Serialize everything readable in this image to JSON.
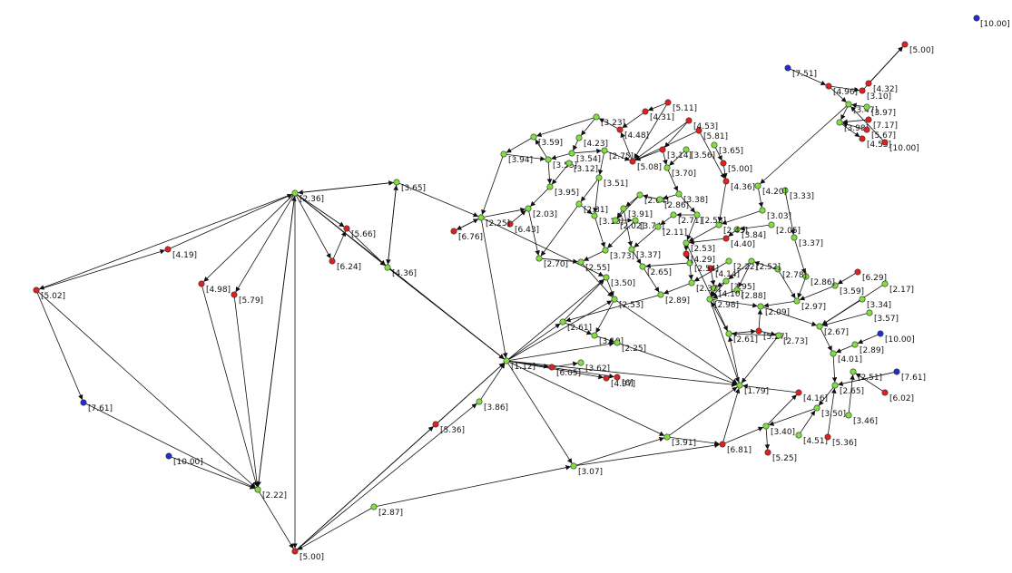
{
  "graph": {
    "colors": {
      "green": "#7ee03a",
      "red": "#e02020",
      "blue": "#1c2fd0",
      "edge": "#111111",
      "background": "#ffffff"
    },
    "nodes": [
      {
        "id": "n1",
        "label": "[5.02]",
        "color": "red"
      },
      {
        "id": "n2",
        "label": "[4.19]",
        "color": "red"
      },
      {
        "id": "n3",
        "label": "[4.98]",
        "color": "red"
      },
      {
        "id": "n4",
        "label": "[5.79]",
        "color": "red"
      },
      {
        "id": "n5",
        "label": "[2.36]",
        "color": "green"
      },
      {
        "id": "n6",
        "label": "[3.65]",
        "color": "green"
      },
      {
        "id": "n7",
        "label": "[5.66]",
        "color": "red"
      },
      {
        "id": "n8",
        "label": "[6.24]",
        "color": "red"
      },
      {
        "id": "n9",
        "label": "[4.36]",
        "color": "green"
      },
      {
        "id": "n10",
        "label": "[7.61]",
        "color": "blue"
      },
      {
        "id": "n11",
        "label": "[10.00]",
        "color": "blue"
      },
      {
        "id": "n12",
        "label": "[2.22]",
        "color": "green"
      },
      {
        "id": "n13",
        "label": "[5.00]",
        "color": "red"
      },
      {
        "id": "n14",
        "label": "[2.87]",
        "color": "green"
      },
      {
        "id": "n15",
        "label": "[5.36]",
        "color": "red"
      },
      {
        "id": "n16",
        "label": "[3.86]",
        "color": "green"
      },
      {
        "id": "n17",
        "label": "[1.12]",
        "color": "green"
      },
      {
        "id": "n18",
        "label": "[6.05]",
        "color": "red"
      },
      {
        "id": "n19",
        "label": "[3.62]",
        "color": "green"
      },
      {
        "id": "n20",
        "label": "[4.97]",
        "color": "red"
      },
      {
        "id": "n21",
        "label": "[6]",
        "color": "red"
      },
      {
        "id": "n22",
        "label": "[3.07]",
        "color": "green"
      },
      {
        "id": "n23",
        "label": "[3.91]",
        "color": "green"
      },
      {
        "id": "n24",
        "label": "[6.81]",
        "color": "red"
      },
      {
        "id": "n25",
        "label": "[5.25]",
        "color": "red"
      },
      {
        "id": "n26",
        "label": "[3.40]",
        "color": "green"
      },
      {
        "id": "n27",
        "label": "[4.51]",
        "color": "green"
      },
      {
        "id": "n28",
        "label": "[5.36]",
        "color": "red"
      },
      {
        "id": "n29",
        "label": "[3.46]",
        "color": "green"
      },
      {
        "id": "n30",
        "label": "[6.02]",
        "color": "red"
      },
      {
        "id": "n31",
        "label": "[7.61]",
        "color": "blue"
      },
      {
        "id": "n32",
        "label": "[2.51]",
        "color": "green"
      },
      {
        "id": "n33",
        "label": "[2.65]",
        "color": "green"
      },
      {
        "id": "n34",
        "label": "[3.50]",
        "color": "green"
      },
      {
        "id": "n35",
        "label": "[4.16]",
        "color": "red"
      },
      {
        "id": "n36",
        "label": "[1.79]",
        "color": "green"
      },
      {
        "id": "n37",
        "label": "[2.61]",
        "color": "green"
      },
      {
        "id": "n38",
        "label": "[5.27]",
        "color": "red"
      },
      {
        "id": "n39",
        "label": "[2.73]",
        "color": "green"
      },
      {
        "id": "n40",
        "label": "[2.98]",
        "color": "green"
      },
      {
        "id": "n41",
        "label": "[2.09]",
        "color": "green"
      },
      {
        "id": "n42",
        "label": "[2.67]",
        "color": "green"
      },
      {
        "id": "n43",
        "label": "[4.01]",
        "color": "green"
      },
      {
        "id": "n44",
        "label": "[2.89]",
        "color": "green"
      },
      {
        "id": "n45",
        "label": "[10.00]",
        "color": "blue"
      },
      {
        "id": "n46",
        "label": "[3.57]",
        "color": "green"
      },
      {
        "id": "n47",
        "label": "[3.34]",
        "color": "green"
      },
      {
        "id": "n48",
        "label": "[2.17]",
        "color": "green"
      },
      {
        "id": "n49",
        "label": "[6.29]",
        "color": "red"
      },
      {
        "id": "n50",
        "label": "[3.59]",
        "color": "green"
      },
      {
        "id": "n51",
        "label": "[2.86]",
        "color": "green"
      },
      {
        "id": "n52",
        "label": "[2.97]",
        "color": "green"
      },
      {
        "id": "n53",
        "label": "[2.78]",
        "color": "green"
      },
      {
        "id": "n54",
        "label": "[3.95]",
        "color": "green"
      },
      {
        "id": "n55",
        "label": "[2.88]",
        "color": "green"
      },
      {
        "id": "n56",
        "label": "[4.10]",
        "color": "green"
      },
      {
        "id": "n57",
        "label": "[2.37]",
        "color": "green"
      },
      {
        "id": "n58",
        "label": "[2.52]",
        "color": "green"
      },
      {
        "id": "n59",
        "label": "[2.22]",
        "color": "green"
      },
      {
        "id": "n60",
        "label": "[4.14]",
        "color": "red"
      },
      {
        "id": "n61",
        "label": "[2.54]",
        "color": "green"
      },
      {
        "id": "n62",
        "label": "[4.29]",
        "color": "red"
      },
      {
        "id": "n63",
        "label": "[2.53]",
        "color": "green"
      },
      {
        "id": "n64",
        "label": "[4.40]",
        "color": "red"
      },
      {
        "id": "n65",
        "label": "[3.84]",
        "color": "green"
      },
      {
        "id": "n66",
        "label": "[2.43]",
        "color": "green"
      },
      {
        "id": "n67",
        "label": "[3.03]",
        "color": "green"
      },
      {
        "id": "n68",
        "label": "[2.05]",
        "color": "green"
      },
      {
        "id": "n69",
        "label": "[3.37]",
        "color": "green"
      },
      {
        "id": "n70",
        "label": "[3.33]",
        "color": "green"
      },
      {
        "id": "n71",
        "label": "[4.20]",
        "color": "green"
      },
      {
        "id": "n72",
        "label": "[4.36]",
        "color": "red"
      },
      {
        "id": "n73",
        "label": "[5.00]",
        "color": "red"
      },
      {
        "id": "n74",
        "label": "[3.65]",
        "color": "green"
      },
      {
        "id": "n75",
        "label": "[5.81]",
        "color": "red"
      },
      {
        "id": "n76",
        "label": "[4.53]",
        "color": "red"
      },
      {
        "id": "n77",
        "label": "[5.11]",
        "color": "red"
      },
      {
        "id": "n78",
        "label": "[4.31]",
        "color": "red"
      },
      {
        "id": "n79",
        "label": "[4.48]",
        "color": "red"
      },
      {
        "id": "n80",
        "label": "[3.23]",
        "color": "green"
      },
      {
        "id": "n81",
        "label": "[3.59]",
        "color": "green"
      },
      {
        "id": "n82",
        "label": "[3.94]",
        "color": "green"
      },
      {
        "id": "n83",
        "label": "[4.23]",
        "color": "green"
      },
      {
        "id": "n84",
        "label": "[3.55]",
        "color": "green"
      },
      {
        "id": "n85",
        "label": "[3.54]",
        "color": "green"
      },
      {
        "id": "n86",
        "label": "[2.75]",
        "color": "green"
      },
      {
        "id": "n87",
        "label": "[3.12]",
        "color": "green"
      },
      {
        "id": "n88",
        "label": "[5.08]",
        "color": "red"
      },
      {
        "id": "n89",
        "label": "[3.14]",
        "color": "red"
      },
      {
        "id": "n90",
        "label": "[3.56]",
        "color": "green"
      },
      {
        "id": "n91",
        "label": "[3.70]",
        "color": "green"
      },
      {
        "id": "n92",
        "label": "[3.51]",
        "color": "green"
      },
      {
        "id": "n93",
        "label": "[3.95]",
        "color": "green"
      },
      {
        "id": "n94",
        "label": "[2.31]",
        "color": "green"
      },
      {
        "id": "n95",
        "label": "[2.03]",
        "color": "green"
      },
      {
        "id": "n96",
        "label": "[6.43]",
        "color": "red"
      },
      {
        "id": "n97",
        "label": "[2.25]",
        "color": "green"
      },
      {
        "id": "n98",
        "label": "[6.76]",
        "color": "red"
      },
      {
        "id": "n99",
        "label": "[3.18]",
        "color": "green"
      },
      {
        "id": "n100",
        "label": "[3.91]",
        "color": "green"
      },
      {
        "id": "n101",
        "label": "[2.64]",
        "color": "green"
      },
      {
        "id": "n102",
        "label": "[2.86]",
        "color": "green"
      },
      {
        "id": "n103",
        "label": "[3.38]",
        "color": "green"
      },
      {
        "id": "n104",
        "label": "[2.71]",
        "color": "green"
      },
      {
        "id": "n105",
        "label": "[2.53]",
        "color": "green"
      },
      {
        "id": "n106",
        "label": "[3.74]",
        "color": "green"
      },
      {
        "id": "n107",
        "label": "[2.11]",
        "color": "green"
      },
      {
        "id": "n108",
        "label": "[2.02]",
        "color": "green"
      },
      {
        "id": "n109",
        "label": "[3.73]",
        "color": "green"
      },
      {
        "id": "n110",
        "label": "[3.37]",
        "color": "green"
      },
      {
        "id": "n111",
        "label": "[2.70]",
        "color": "green"
      },
      {
        "id": "n112",
        "label": "[2.55]",
        "color": "green"
      },
      {
        "id": "n113",
        "label": "[3.50]",
        "color": "green"
      },
      {
        "id": "n114",
        "label": "[2.65]",
        "color": "green"
      },
      {
        "id": "n115",
        "label": "[2.89]",
        "color": "green"
      },
      {
        "id": "n116",
        "label": "[2.53]",
        "color": "green"
      },
      {
        "id": "n117",
        "label": "[2.61]",
        "color": "green"
      },
      {
        "id": "n118",
        "label": "[3.10]",
        "color": "green"
      },
      {
        "id": "n119",
        "label": "[2.25]",
        "color": "green"
      },
      {
        "id": "n120",
        "label": "[7.51]",
        "color": "blue"
      },
      {
        "id": "n121",
        "label": "[4.96]",
        "color": "red"
      },
      {
        "id": "n122",
        "label": "[3.10]",
        "color": "red"
      },
      {
        "id": "n123",
        "label": "[4.32]",
        "color": "red"
      },
      {
        "id": "n124",
        "label": "[5.00]",
        "color": "red"
      },
      {
        "id": "n125",
        "label": "[3.47]",
        "color": "green"
      },
      {
        "id": "n126",
        "label": "[3.97]",
        "color": "green"
      },
      {
        "id": "n127",
        "label": "[7.17]",
        "color": "red"
      },
      {
        "id": "n128",
        "label": "[3.98]",
        "color": "green"
      },
      {
        "id": "n129",
        "label": "[5.67]",
        "color": "red"
      },
      {
        "id": "n130",
        "label": "[4.55]",
        "color": "red"
      },
      {
        "id": "n131",
        "label": "[10.00]",
        "color": "red"
      },
      {
        "id": "n132",
        "label": "[10.00]",
        "color": "blue"
      }
    ]
  }
}
